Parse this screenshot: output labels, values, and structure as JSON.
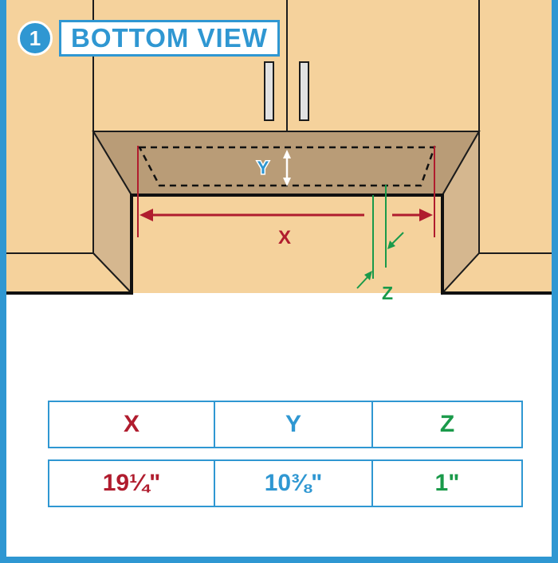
{
  "step": {
    "number": "1",
    "title": "BOTTOM VIEW"
  },
  "diagram_labels": {
    "x": "X",
    "y": "Y",
    "z": "Z"
  },
  "table": {
    "headers": [
      "X",
      "Y",
      "Z"
    ],
    "values": [
      "19¼\"",
      "10⅜\"",
      "1\""
    ]
  },
  "colors": {
    "frame": "#2f97d2",
    "cabinet": "#f5d29c",
    "recess": "#b99c77",
    "x_dimension": "#b01c2e",
    "y_dimension": "#2f97d2",
    "z_dimension": "#1a9a4a"
  }
}
